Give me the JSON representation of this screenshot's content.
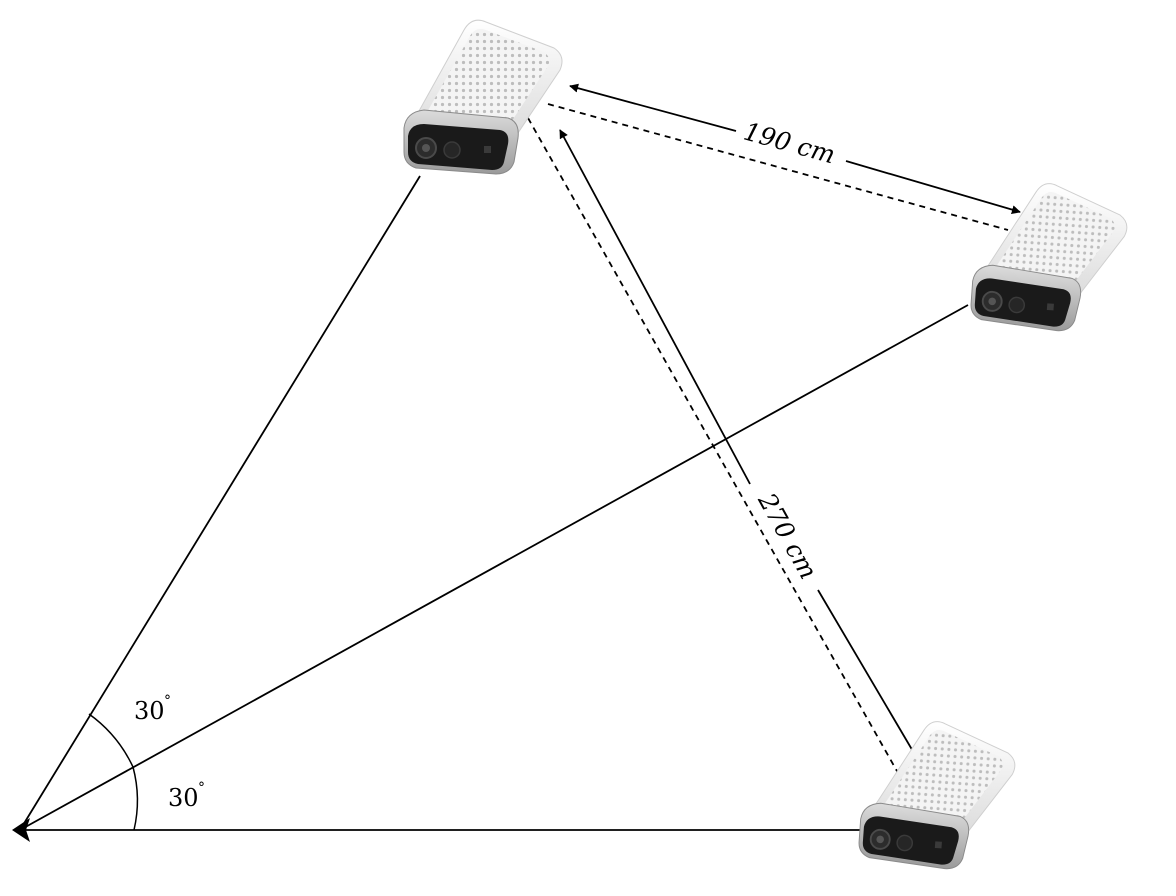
{
  "labels": {
    "distance_top": "190 cm",
    "distance_diag": "270 cm",
    "angle_upper": "30",
    "angle_lower": "30",
    "degree_symbol": "°"
  },
  "devices": [
    {
      "name": "camera-top",
      "icon": "depth-camera-icon"
    },
    {
      "name": "camera-right",
      "icon": "depth-camera-icon"
    },
    {
      "name": "camera-bottom",
      "icon": "depth-camera-icon"
    }
  ],
  "colors": {
    "line": "#000000",
    "device_body": "#f2f2f2",
    "device_face": "#1a1a1a",
    "device_band": "#c8c8c8"
  }
}
